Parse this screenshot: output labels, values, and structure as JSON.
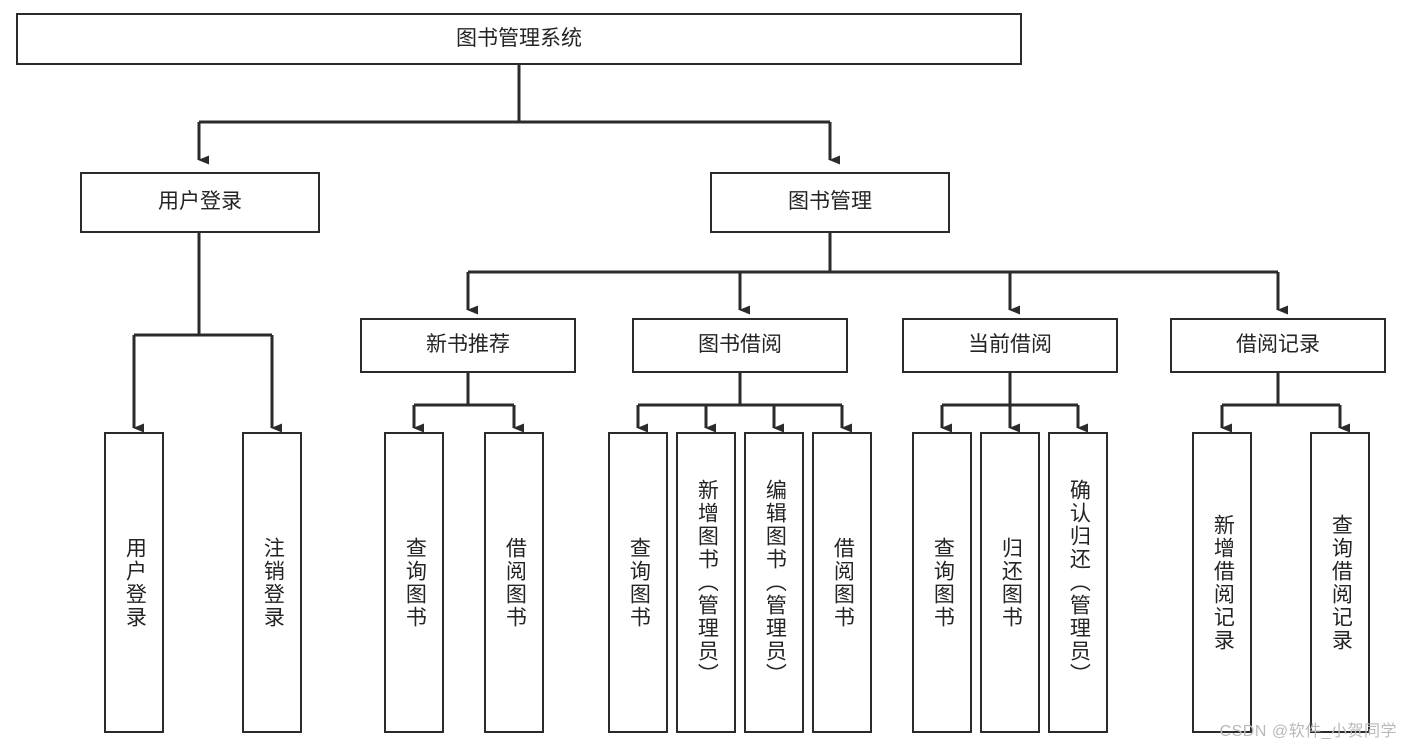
{
  "diagram": {
    "title": "图书管理系统",
    "type": "hierarchy-tree",
    "root": {
      "id": "root",
      "label": "图书管理系统"
    },
    "level2": [
      {
        "id": "user-login",
        "label": "用户登录"
      },
      {
        "id": "book-mgmt",
        "label": "图书管理"
      }
    ],
    "level3": [
      {
        "id": "new-book-rec",
        "label": "新书推荐",
        "parent": "book-mgmt"
      },
      {
        "id": "book-borrow",
        "label": "图书借阅",
        "parent": "book-mgmt"
      },
      {
        "id": "current-borrow",
        "label": "当前借阅",
        "parent": "book-mgmt"
      },
      {
        "id": "borrow-record",
        "label": "借阅记录",
        "parent": "book-mgmt"
      }
    ],
    "leaves": {
      "user_login": [
        {
          "id": "leaf-user-login",
          "label": "用户登录"
        },
        {
          "id": "leaf-logout",
          "label": "注销登录"
        }
      ],
      "new_book_rec": [
        {
          "id": "leaf-query-book-1",
          "label": "查询图书"
        },
        {
          "id": "leaf-borrow-book-1",
          "label": "借阅图书"
        }
      ],
      "book_borrow": [
        {
          "id": "leaf-query-book-2",
          "label": "查询图书"
        },
        {
          "id": "leaf-add-book",
          "label": "新增图书（管理员）"
        },
        {
          "id": "leaf-edit-book",
          "label": "编辑图书（管理员）"
        },
        {
          "id": "leaf-borrow-book-2",
          "label": "借阅图书"
        }
      ],
      "current_borrow": [
        {
          "id": "leaf-query-book-3",
          "label": "查询图书"
        },
        {
          "id": "leaf-return-book",
          "label": "归还图书"
        },
        {
          "id": "leaf-confirm-return",
          "label": "确认归还（管理员）"
        }
      ],
      "borrow_record": [
        {
          "id": "leaf-add-record",
          "label": "新增借阅记录"
        },
        {
          "id": "leaf-query-record",
          "label": "查询借阅记录"
        }
      ]
    }
  },
  "watermark": {
    "text": "CSDN @软件_小贺同学"
  },
  "colors": {
    "stroke": "#2b2b2b",
    "fill": "#ffffff",
    "text": "#242424",
    "watermark": "#b9b9b9"
  }
}
